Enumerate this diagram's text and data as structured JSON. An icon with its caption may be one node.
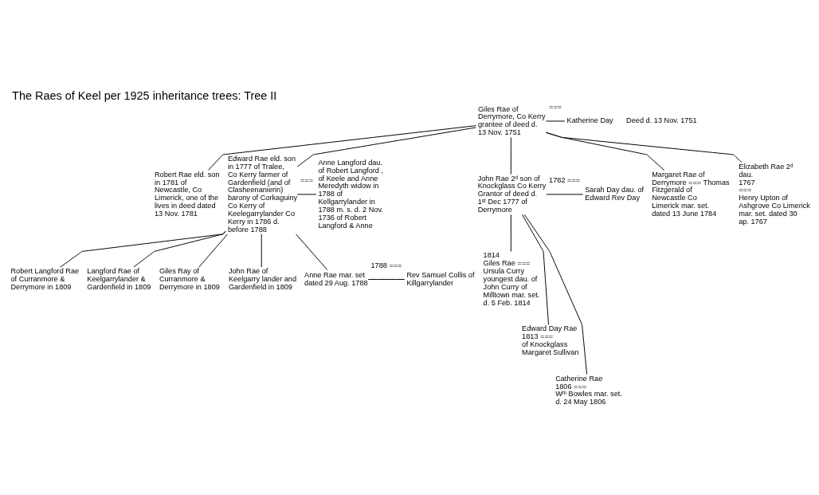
{
  "diagram": {
    "title": "The Raes of Keel per 1925 inheritance trees: Tree II",
    "nodes": [
      {
        "text": [
          "Giles Rae of Derrymore, Co Kerry grantee of deed d. 13 Nov. 1751"
        ]
      },
      {
        "text": [
          "Katherine Day"
        ]
      },
      {
        "text": [
          "Robert Rae eld. son in 1781 of Newcastle, Co Limerick, one of the lives in deed dated 13 Nov. 1781"
        ]
      },
      {
        "text": [
          "Edward Rae eld. son in 1777 of Tralee, Co Kerry farmer of Gardenfield (and of Clasheenanierin) barony of Corkaguiny Co Kerry of Keelegarrylander Co Kerry in 1786 d. before 1788"
        ]
      },
      {
        "text": [
          "Anne Langford dau. of Robert Langford , of Keele and Anne Meredyth widow in 1788 of Kellgarrylander in 1788 m. s. d. 2 Nov. 1736 of Robert Langford & Anne"
        ]
      },
      {
        "text": [
          "John Rae 2ᵈ son of Knockglass Co Kerry Grantor of deed d. 1ˢᵗ Dec 1777 of Derrymore"
        ]
      },
      {
        "text": [
          "Sarah Day dau. of Edward Rev Day"
        ]
      },
      {
        "text": [
          "Margaret Rae of Derrymore === Thomas Fitzgerald of Newcastle Co Limerick mar. set. dated 13 June 1784"
        ]
      },
      {
        "text": [
          "Elizabeth Rae 2ᵈ dau.",
          "1767",
          "===",
          "Henry Upton of Ashgrove Co Limerick mar. set. dated 30 ap. 1767"
        ]
      },
      {
        "text": [
          "Robert Langford Rae of Curranmore & Derrymore in 1809"
        ]
      },
      {
        "text": [
          "Langford Rae of Keelgarrylander & Gardenfield in 1809"
        ]
      },
      {
        "text": [
          "Giles Ray of Curranmore & Derrymore in 1809"
        ]
      },
      {
        "text": [
          "John Rae of Keelgarry lander and Gardenfield in 1809"
        ]
      },
      {
        "text": [
          "Anne Rae mar. set dated 29 Aug. 1788"
        ]
      },
      {
        "text": [
          "Rev Samuel Collis of Killgarrylander"
        ]
      },
      {
        "text": [
          "1814",
          "Giles Rae ===",
          "Ursula Curry youngest dau. of John Curry of Milltown mar. set. d. 5 Feb. 1814"
        ]
      },
      {
        "text": [
          "Edward Day Rae",
          "1813 ===",
          "of Knockglass Margaret Sullivan"
        ]
      },
      {
        "text": [
          "Catherine Rae",
          "1806 ===",
          "Wᵐ Bowles mar. set. d. 24 May 1806"
        ]
      }
    ],
    "edges": [
      {
        "from": 0,
        "to": 1,
        "arrow": "none",
        "label": "==="
      },
      {
        "from": 0,
        "to": 2,
        "arrow": "none"
      },
      {
        "from": 0,
        "to": 3,
        "arrow": "none"
      },
      {
        "from": 0,
        "to": 5,
        "arrow": "none"
      },
      {
        "from": 0,
        "to": 7,
        "arrow": "none"
      },
      {
        "from": 0,
        "to": 8,
        "arrow": "none"
      },
      {
        "from": 3,
        "to": 4,
        "arrow": "none",
        "label": "==="
      },
      {
        "from": 5,
        "to": 6,
        "arrow": "none",
        "label": "1782 ==="
      },
      {
        "from": 3,
        "to": 9,
        "arrow": "none"
      },
      {
        "from": 3,
        "to": 10,
        "arrow": "none"
      },
      {
        "from": 3,
        "to": 11,
        "arrow": "none"
      },
      {
        "from": 3,
        "to": 12,
        "arrow": "none"
      },
      {
        "from": 3,
        "to": 13,
        "arrow": "none"
      },
      {
        "from": 13,
        "to": 14,
        "arrow": "none",
        "label": "1788 ==="
      },
      {
        "from": 5,
        "to": 15,
        "arrow": "none"
      },
      {
        "from": 5,
        "to": 16,
        "arrow": "none"
      },
      {
        "from": 5,
        "to": 17,
        "arrow": "none"
      }
    ],
    "labels": [
      "Deed d. 13 Nov. 1751"
    ]
  }
}
